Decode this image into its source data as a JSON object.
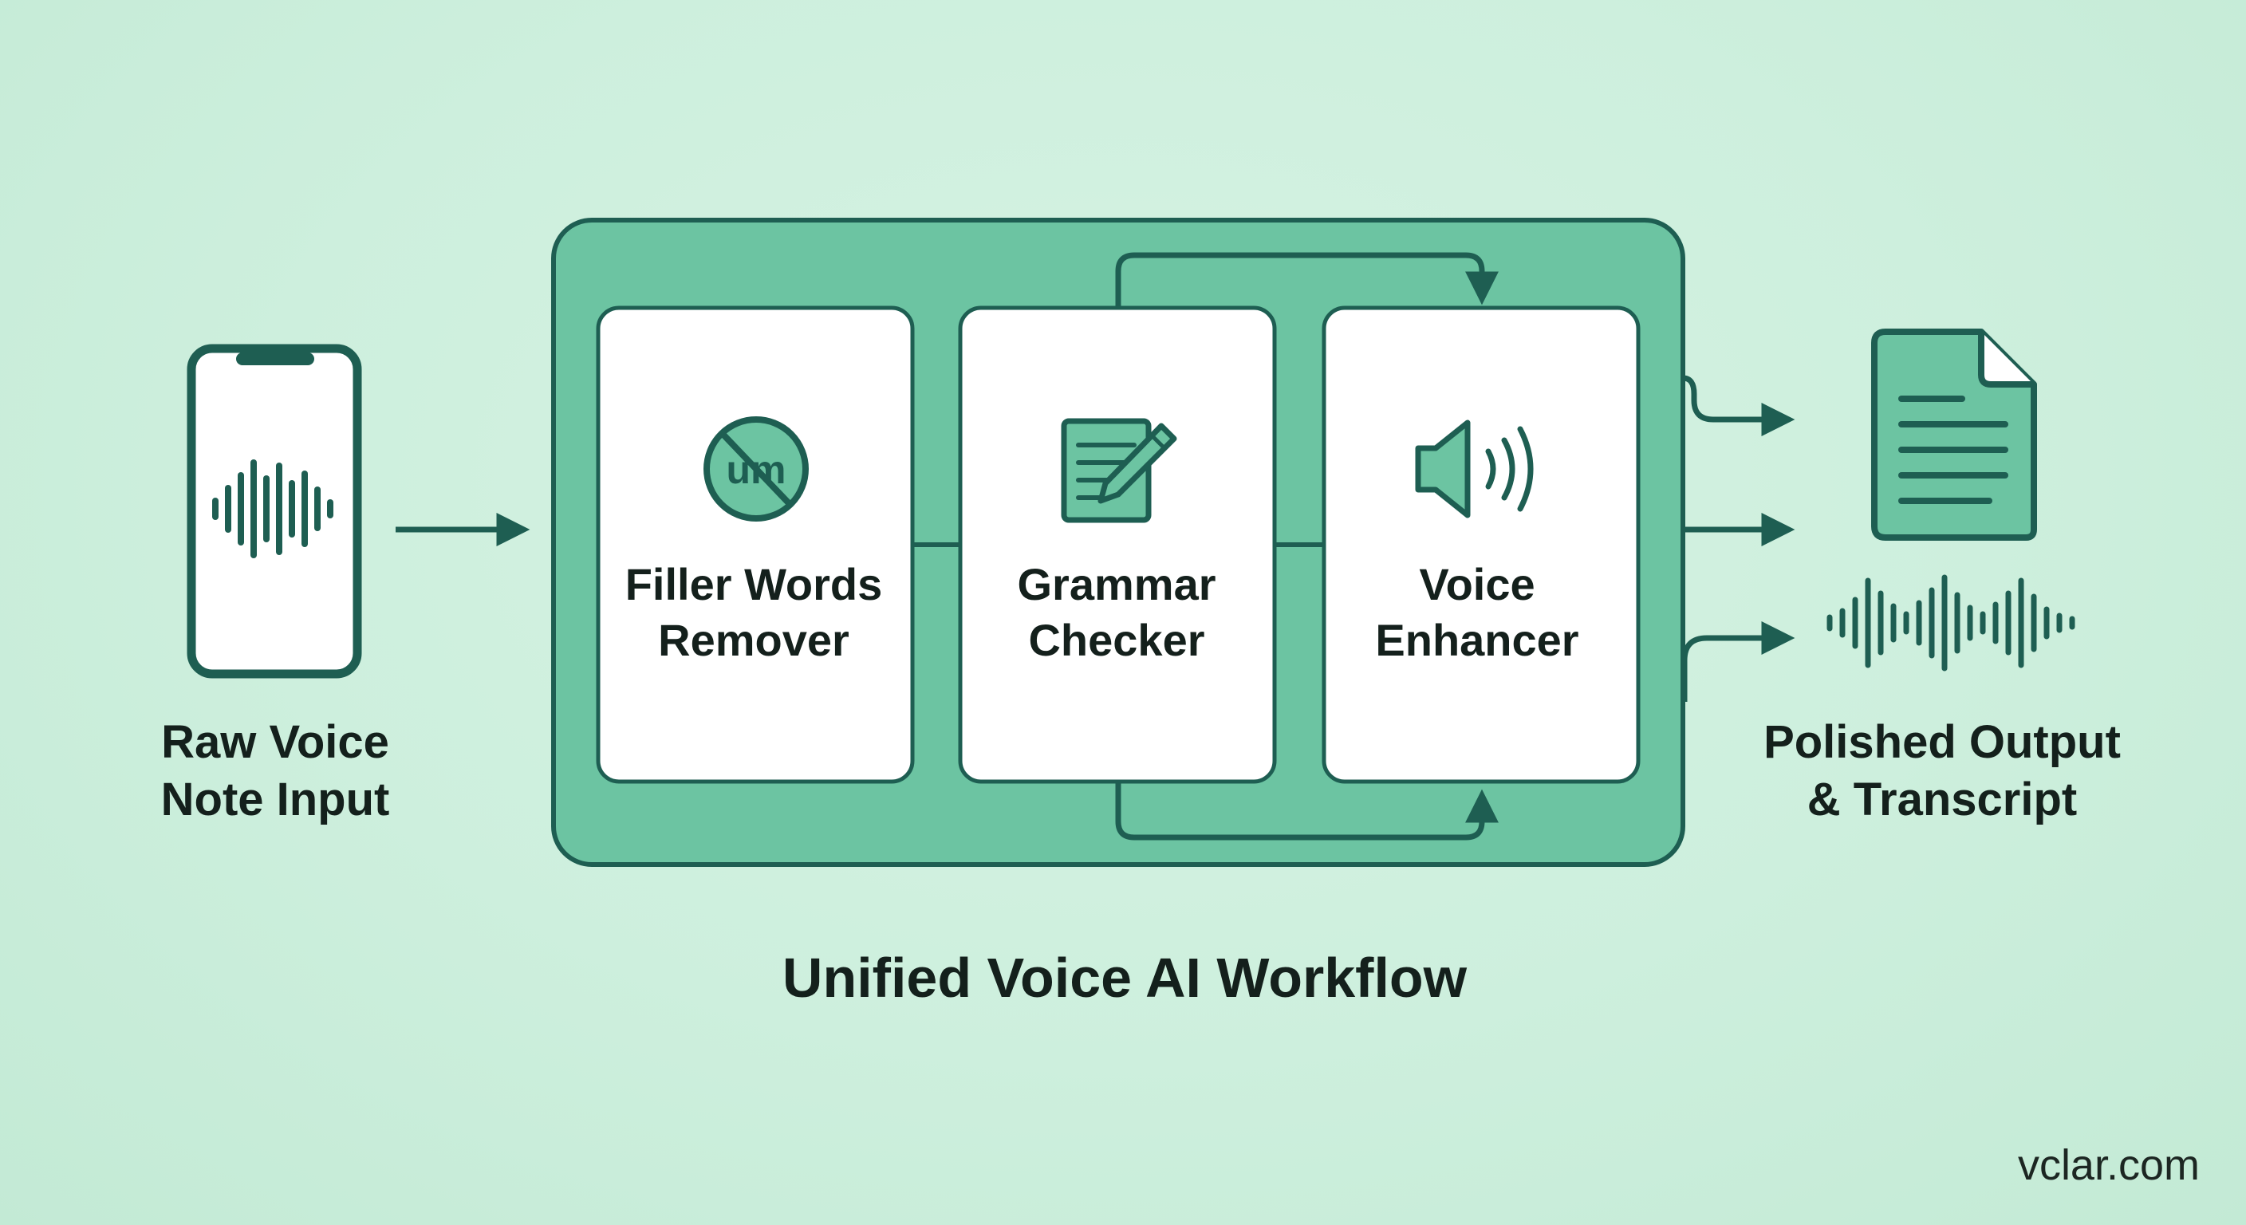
{
  "input": {
    "label_line1": "Raw Voice",
    "label_line2": "Note Input",
    "icon": "smartphone-waveform-icon"
  },
  "workflow": {
    "title": "Unified Voice AI Workflow",
    "stages": [
      {
        "line1": "Filler Words",
        "line2": "Remover",
        "icon": "no-um-icon",
        "icon_text": "um"
      },
      {
        "line1": "Grammar",
        "line2": "Checker",
        "icon": "document-pencil-icon"
      },
      {
        "line1": "Voice",
        "line2": "Enhancer",
        "icon": "speaker-icon"
      }
    ]
  },
  "output": {
    "label_line1": "Polished Output",
    "label_line2": "& Transcript",
    "icons": [
      "document-icon",
      "audio-waveform-icon"
    ]
  },
  "credit": "vclar.com",
  "colors": {
    "background": "#cdefdd",
    "container_fill": "#6cc4a2",
    "stroke": "#1e5e52",
    "card": "#ffffff",
    "text": "#14201c"
  }
}
